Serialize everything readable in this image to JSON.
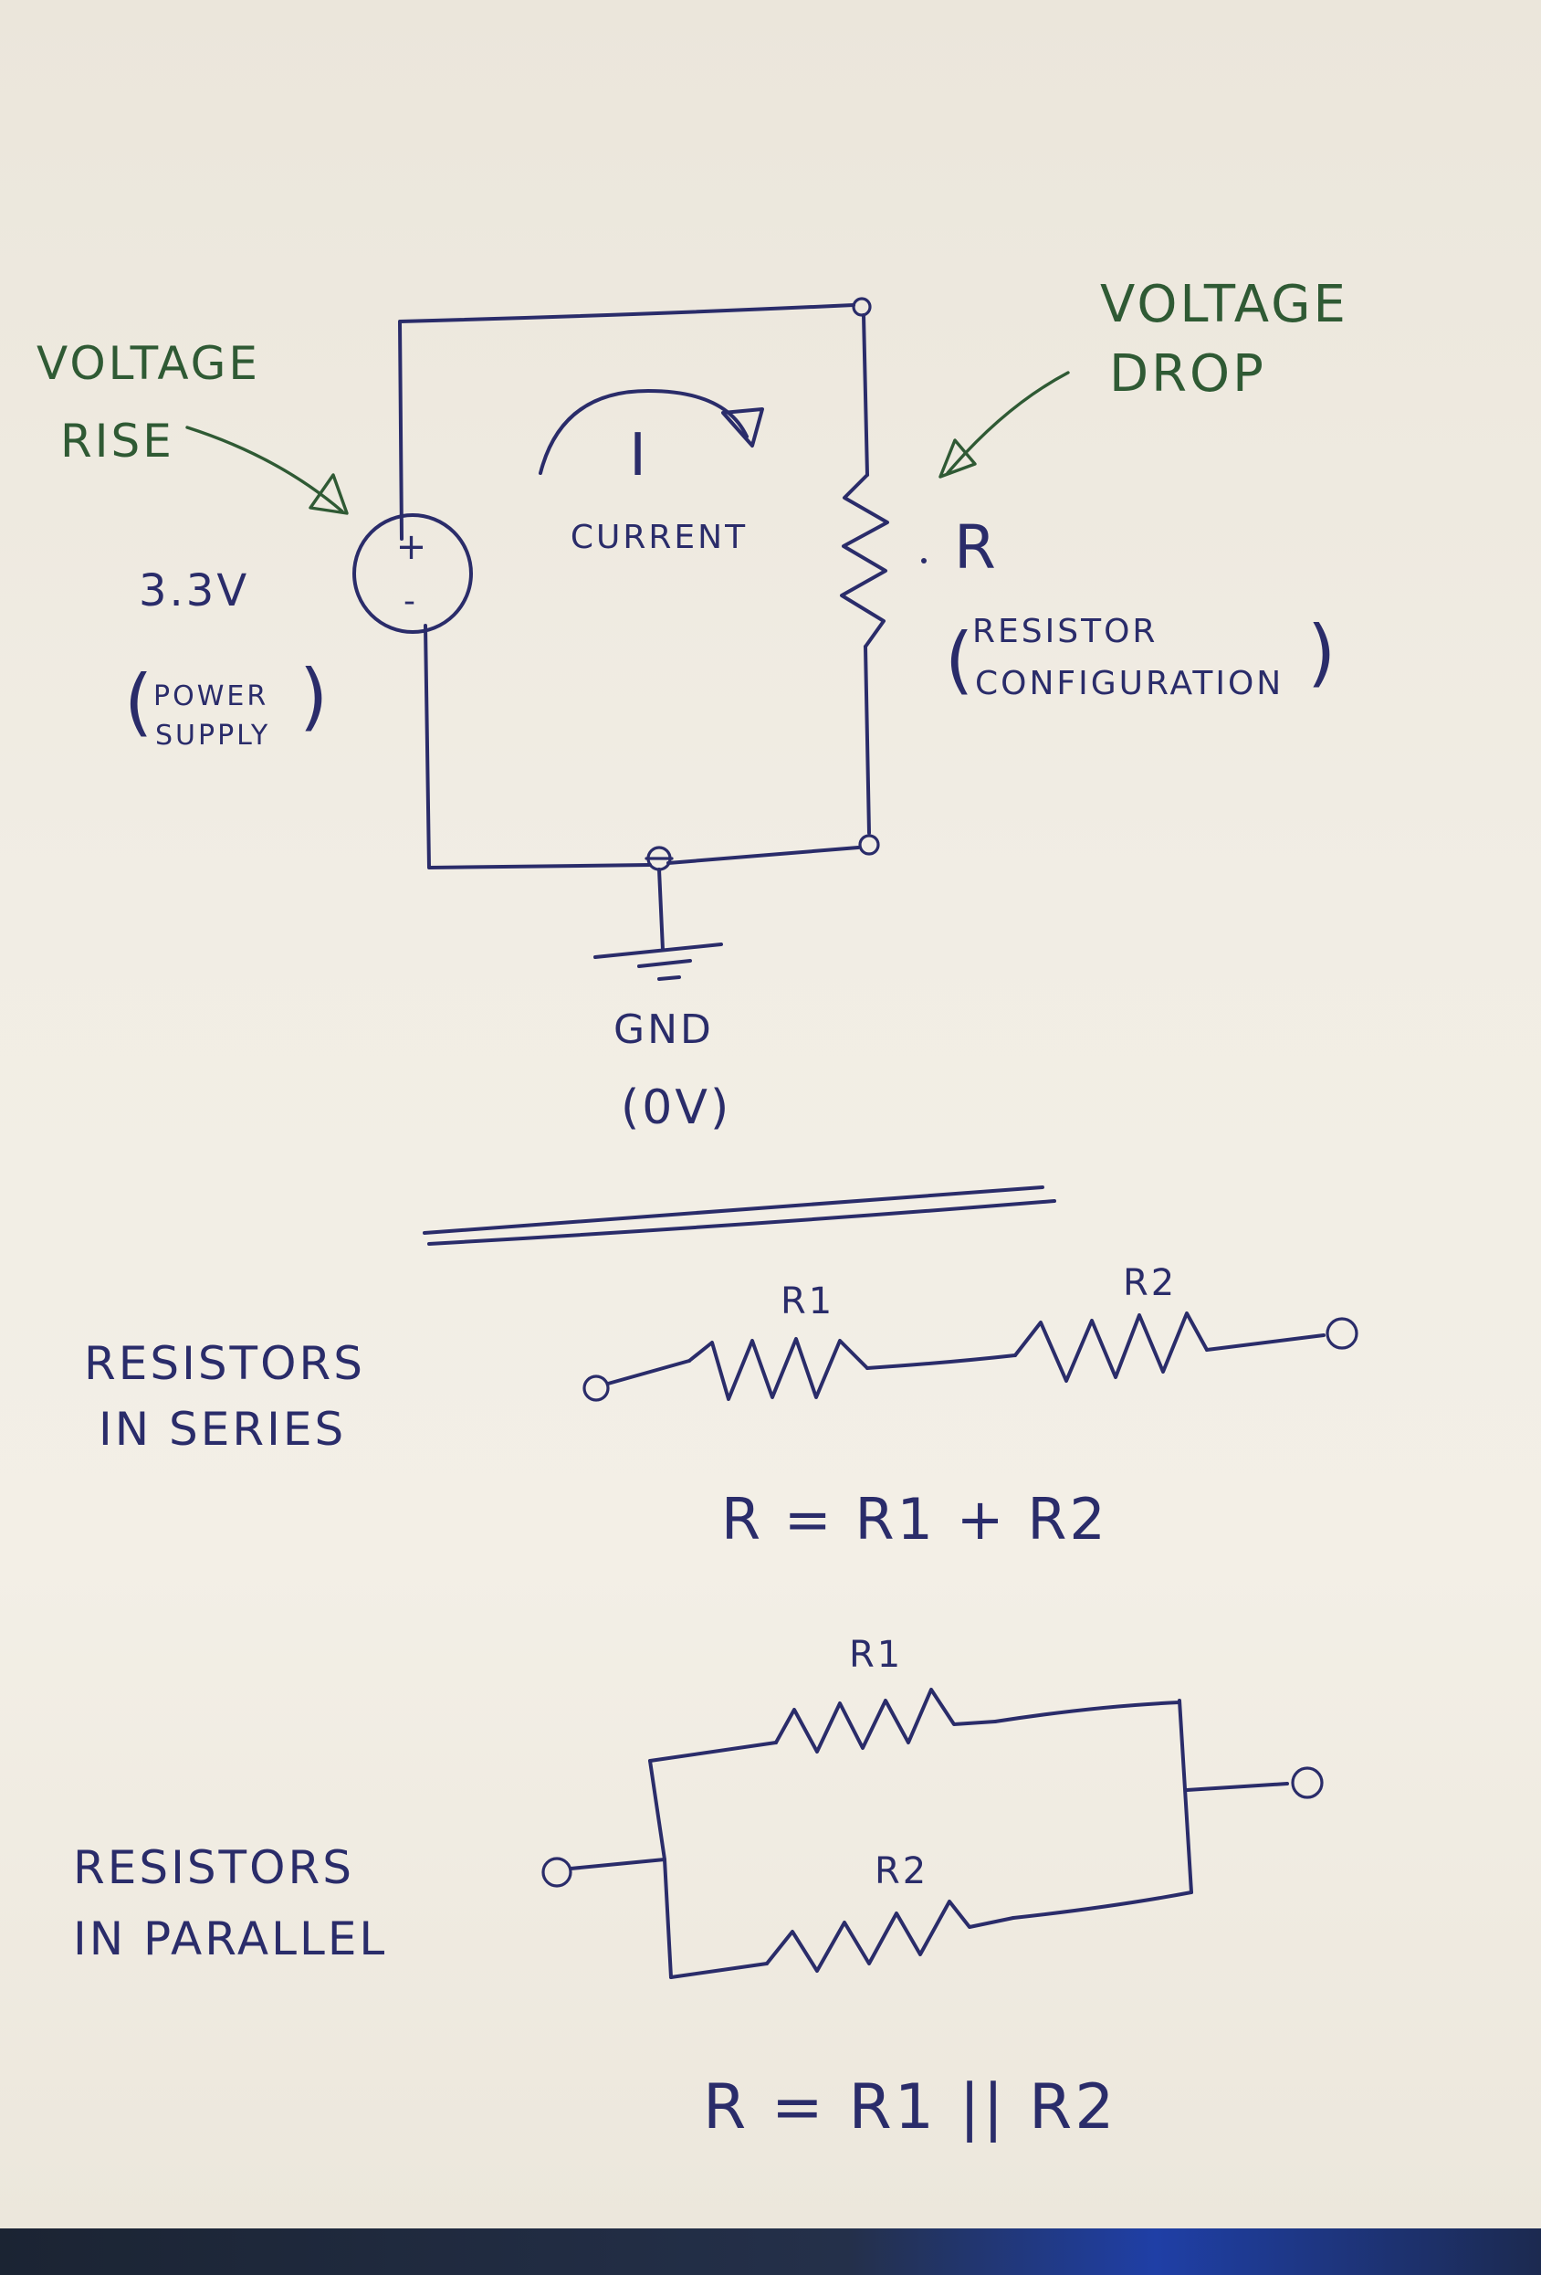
{
  "circuit": {
    "annotations": {
      "voltage_rise": [
        "VOLTAGE",
        "RISE"
      ],
      "voltage_drop": [
        "VOLTAGE",
        "DROP"
      ]
    },
    "source": {
      "value": "3.3V",
      "plus": "+",
      "minus": "-",
      "label_open": "(",
      "label_lines": [
        "POWER",
        "SUPPLY"
      ],
      "label_close": ")"
    },
    "current": {
      "symbol": "I",
      "label": "CURRENT"
    },
    "resistor": {
      "symbol": "R",
      "label_open": "(",
      "label_lines": [
        "RESISTOR",
        "CONFIGURATION"
      ],
      "label_close": ")"
    },
    "ground": {
      "label": "GND",
      "value": "(0V)"
    }
  },
  "series": {
    "title_lines": [
      "RESISTORS",
      "IN SERIES"
    ],
    "r1": "R1",
    "r2": "R2",
    "formula": "R =  R1 + R2"
  },
  "parallel": {
    "title_lines": [
      "RESISTORS",
      "IN PARALLEL"
    ],
    "r1": "R1",
    "r2": "R2",
    "formula": "R =  R1 || R2"
  },
  "colors": {
    "ink_blue": "#2a2c6a",
    "ink_green": "#2f5a34",
    "paper": "#efeae0"
  }
}
